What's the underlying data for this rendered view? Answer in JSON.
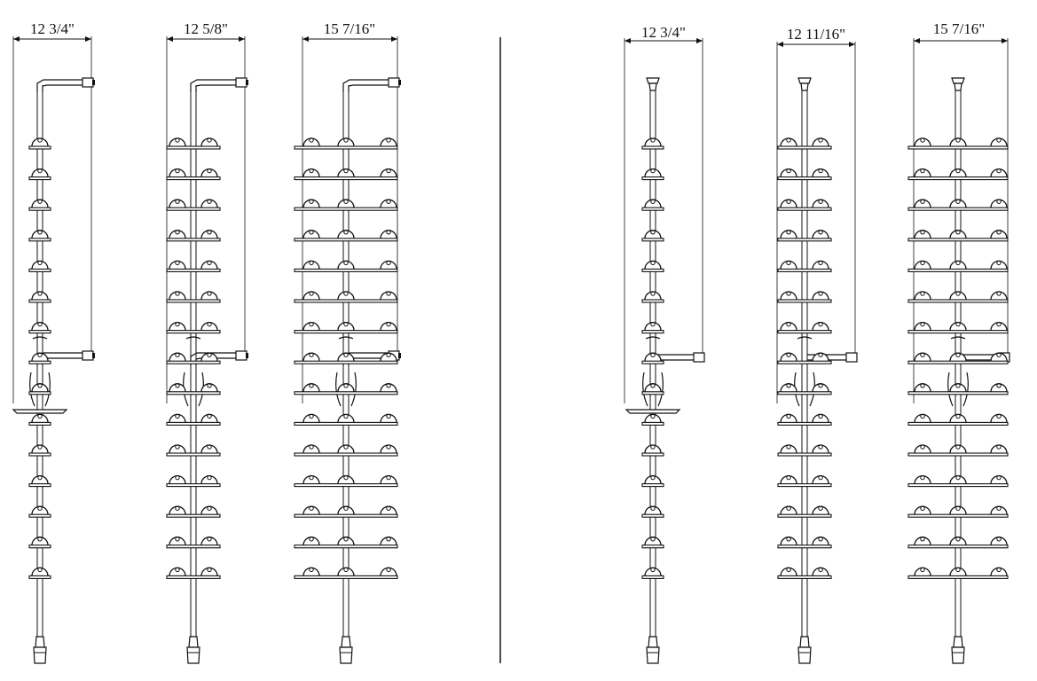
{
  "drawing": {
    "left_group": {
      "racks": [
        {
          "label": "12 3/4\"",
          "columns": 1,
          "style": "cantilever"
        },
        {
          "label": "12 5/8\"",
          "columns": 2,
          "style": "cantilever"
        },
        {
          "label": "15 7/16\"",
          "columns": 3,
          "style": "cantilever"
        }
      ]
    },
    "right_group": {
      "racks": [
        {
          "label": "12 3/4\"",
          "columns": 1,
          "style": "straight"
        },
        {
          "label": "12 11/16\"",
          "columns": 2,
          "style": "straight"
        },
        {
          "label": "15 7/16\"",
          "columns": 3,
          "style": "straight"
        }
      ]
    },
    "bottle_rows_per_rack": 15,
    "colors": {
      "line": "#111111",
      "background": "#ffffff"
    }
  }
}
